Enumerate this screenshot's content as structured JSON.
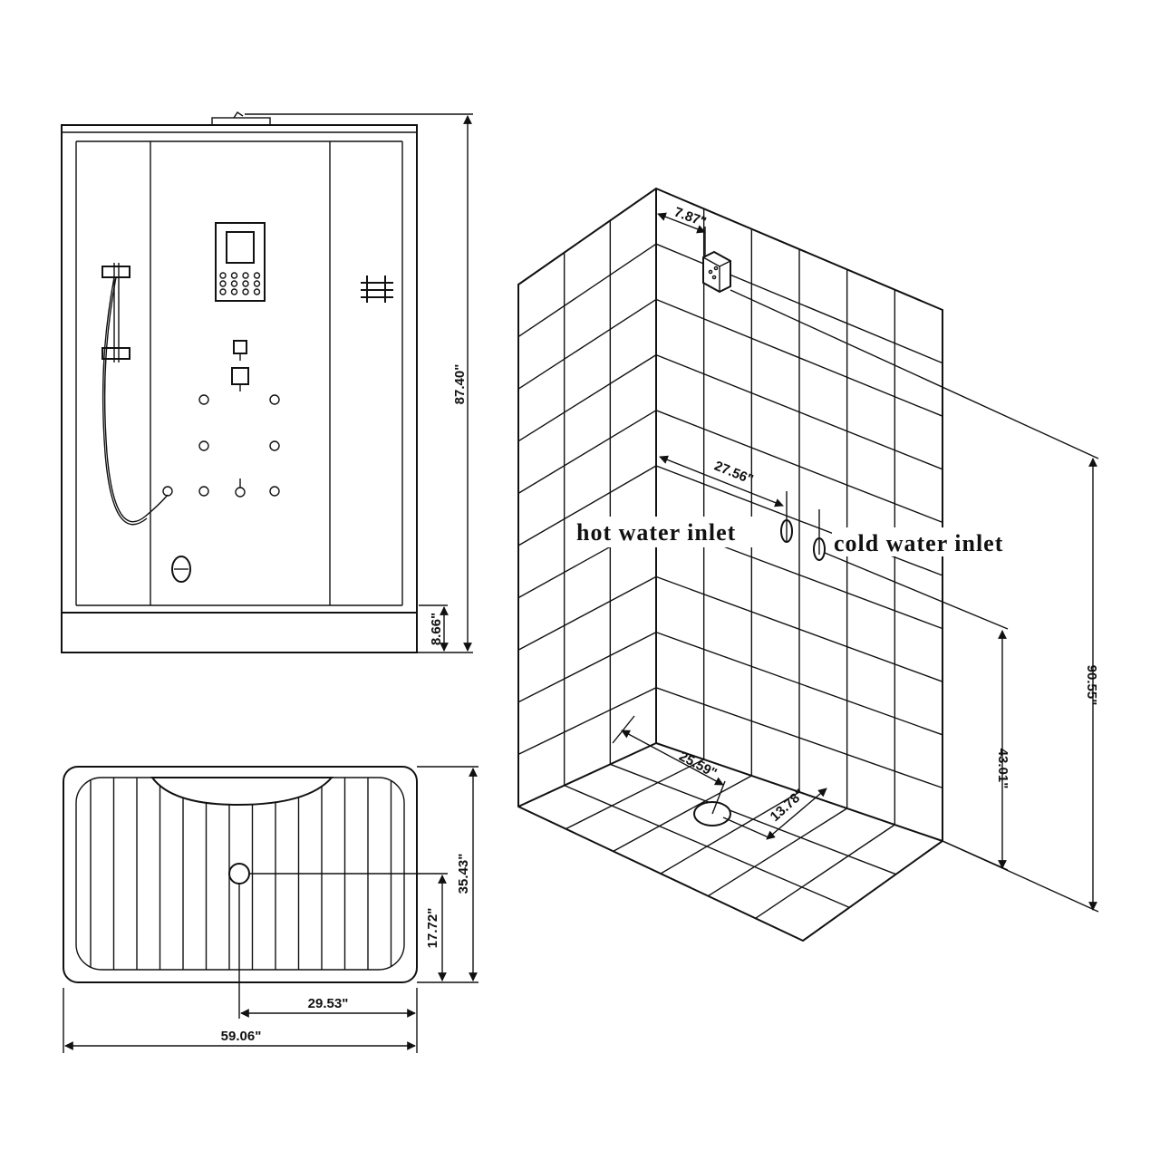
{
  "front_view": {
    "height_label": "87.40\"",
    "base_height_label": "8.66\""
  },
  "plan_view": {
    "width_label": "59.06\"",
    "drain_x_label": "29.53\"",
    "depth_label": "35.43\"",
    "drain_y_label": "17.72\""
  },
  "wall_view": {
    "steam_offset_label": "7.87\"",
    "inlet_offset_label": "27.56\"",
    "hot_inlet_label": "hot water inlet",
    "cold_inlet_label": "cold water inlet",
    "total_height_label": "90.55\"",
    "inlet_height_label": "43.01\"",
    "drain_offset_label": "25.59\"",
    "drain_depth_label": "13.78\""
  }
}
